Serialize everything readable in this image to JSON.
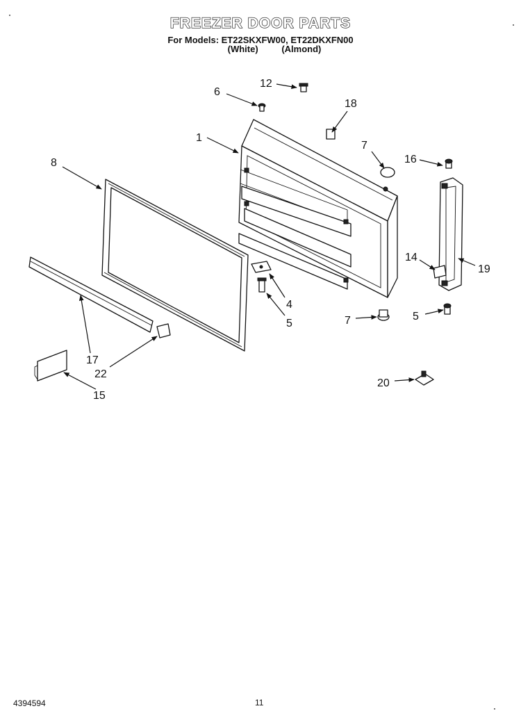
{
  "header": {
    "title": "FREEZER DOOR PARTS",
    "models_line": "For Models: ET22SKXFW00, ET22DKXFN00",
    "color_white": "(White)",
    "color_almond": "(Almond)"
  },
  "callouts": {
    "c1": "1",
    "c4": "4",
    "c5a": "5",
    "c5b": "5",
    "c6": "6",
    "c7a": "7",
    "c7b": "7",
    "c8": "8",
    "c12": "12",
    "c14": "14",
    "c15": "15",
    "c16": "16",
    "c17": "17",
    "c18": "18",
    "c19": "19",
    "c20": "20",
    "c22": "22"
  },
  "footer": {
    "doc_number": "4394594",
    "page_number": "11"
  }
}
